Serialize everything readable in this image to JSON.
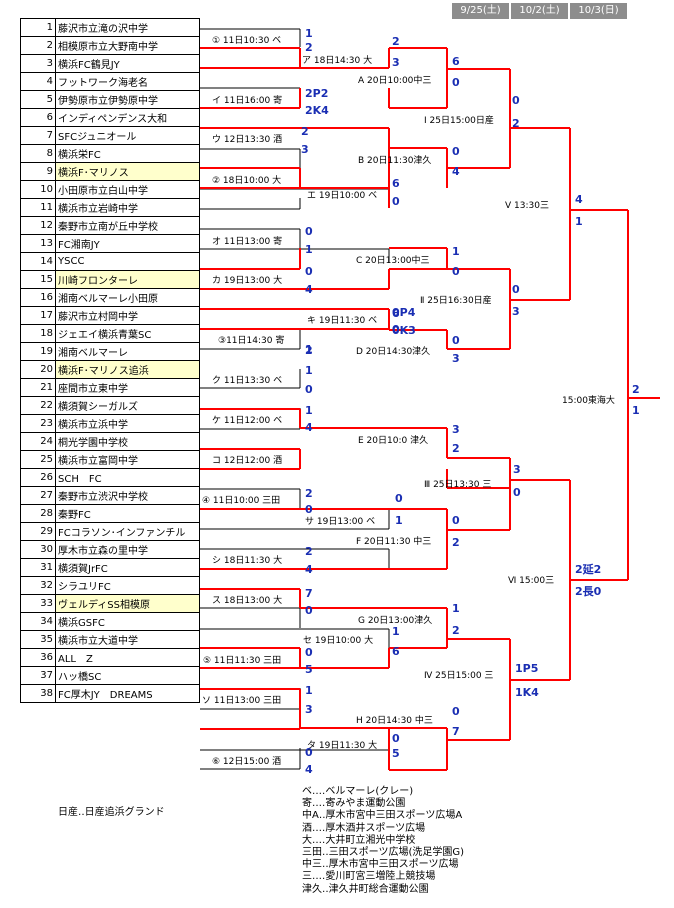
{
  "dates": [
    "9/25(土)",
    "10/2(土)",
    "10/3(日)"
  ],
  "teams": [
    {
      "no": "1",
      "name": "藤沢市立滝の沢中学"
    },
    {
      "no": "2",
      "name": "相模原市立大野南中学"
    },
    {
      "no": "3",
      "name": "横浜FC鶴見JY"
    },
    {
      "no": "4",
      "name": "フットワーク海老名"
    },
    {
      "no": "5",
      "name": "伊勢原市立伊勢原中学"
    },
    {
      "no": "6",
      "name": "インディペンデンス大和"
    },
    {
      "no": "7",
      "name": "SFCジュニオール"
    },
    {
      "no": "8",
      "name": "横浜栄FC"
    },
    {
      "no": "9",
      "name": "横浜F･マリノス",
      "hl": true
    },
    {
      "no": "10",
      "name": "小田原市立白山中学"
    },
    {
      "no": "11",
      "name": "横浜市立岩崎中学"
    },
    {
      "no": "12",
      "name": "秦野市立南が丘中学校"
    },
    {
      "no": "13",
      "name": "FC湘南JY"
    },
    {
      "no": "14",
      "name": "YSCC"
    },
    {
      "no": "15",
      "name": "川崎フロンターレ",
      "hl": true
    },
    {
      "no": "16",
      "name": "湘南ベルマーレ小田原"
    },
    {
      "no": "17",
      "name": "藤沢市立村岡中学"
    },
    {
      "no": "18",
      "name": "ジェエイ横浜青葉SC"
    },
    {
      "no": "19",
      "name": "湘南ベルマーレ"
    },
    {
      "no": "20",
      "name": "横浜F･マリノス追浜",
      "hl": true
    },
    {
      "no": "21",
      "name": "座間市立東中学"
    },
    {
      "no": "22",
      "name": "横須賀シーガルズ"
    },
    {
      "no": "23",
      "name": "横浜市立浜中学"
    },
    {
      "no": "24",
      "name": "桐光学園中学校"
    },
    {
      "no": "25",
      "name": "横浜市立富岡中学"
    },
    {
      "no": "26",
      "name": "SCH　FC"
    },
    {
      "no": "27",
      "name": "秦野市立渋沢中学校"
    },
    {
      "no": "28",
      "name": "秦野FC"
    },
    {
      "no": "29",
      "name": "FCコラソン･インファンチル"
    },
    {
      "no": "30",
      "name": "厚木市立森の里中学"
    },
    {
      "no": "31",
      "name": "横須賀JrFC"
    },
    {
      "no": "32",
      "name": "シラユリFC"
    },
    {
      "no": "33",
      "name": "ヴェルディSS相模原",
      "hl": true
    },
    {
      "no": "34",
      "name": "横浜GSFC"
    },
    {
      "no": "35",
      "name": "横浜市立大道中学"
    },
    {
      "no": "36",
      "name": "ALL　Z"
    },
    {
      "no": "37",
      "name": "ハッ橋SC"
    },
    {
      "no": "38",
      "name": "FC厚木JY　DREAMS"
    }
  ],
  "match_labels": [
    "① 11日10:30 ベ",
    "ア 18日14:30 大",
    "イ 11日16:00 寄",
    "A 20日10:00中三",
    "ウ 12日13:30 酒",
    "② 18日10:00 大",
    "エ 19日10:00 ベ",
    "B 20日11:30津久",
    "I 25日15:00日産",
    "オ 11日13:00 寄",
    "カ 19日13:00 大",
    "C 20日13:00中三",
    "キ 19日11:30 ベ",
    "③11日14:30 寄",
    "D 20日14:30津久",
    "Ⅱ 25日16:30日産",
    "Ⅴ 13:30三",
    "ク 11日13:30 ベ",
    "ケ 11日12:00 ベ",
    "E 20日10:0 津久",
    "コ 12日12:00 酒",
    "④ 11日10:00 三田",
    "サ 19日13:00 ベ",
    "F 20日11:30 中三",
    "Ⅲ 25日13:30 三",
    "シ 18日11:30 大",
    "ス 18日13:00 大",
    "G 20日13:00津久",
    "セ 19日10:00 大",
    "⑤ 11日11:30 三田",
    "Ⅳ 25日15:00 三",
    "ソ 11日13:00 三田",
    "H 20日14:30 中三",
    "タ 19日11:30 大",
    "⑥ 12日15:00 酒",
    "Ⅵ 15:00三",
    "15:00東海大"
  ],
  "scores": [
    "1",
    "2",
    "2",
    "3",
    "6",
    "0",
    "2P2",
    "2K4",
    "0",
    "2",
    "2",
    "3",
    "0",
    "4",
    "6",
    "0",
    "0",
    "1",
    "1",
    "0",
    "0",
    "4",
    "6",
    "0",
    "0",
    "3",
    "0P4",
    "0K3",
    "2",
    "1",
    "1",
    "0",
    "3",
    "2",
    "1",
    "4",
    "0",
    "3",
    "4",
    "1",
    "3",
    "0",
    "2",
    "0",
    "0",
    "1",
    "0",
    "2",
    "2",
    "4",
    "2延2",
    "2長0",
    "7",
    "0",
    "1",
    "2",
    "1",
    "6",
    "0",
    "5",
    "1P5",
    "1K4",
    "1",
    "3",
    "0",
    "7",
    "0",
    "4",
    "0",
    "5"
  ],
  "legend_left": "日産‥日産追浜グランド",
  "legend_right": [
    "ベ‥‥ベルマーレ(クレー)",
    "寄‥‥寄みやま運動公園",
    "中A‥厚木市宮中三田スポーツ広場A",
    "酒‥‥厚木酒井スポーツ広場",
    "大‥‥大井町立湘光中学校",
    "三田‥三田スポーツ広場(洗足学園G)",
    "中三‥厚木市宮中三田スポーツ広場",
    "三‥‥愛川町宮三増陸上競技場",
    "津久‥津久井町総合運動公園"
  ]
}
